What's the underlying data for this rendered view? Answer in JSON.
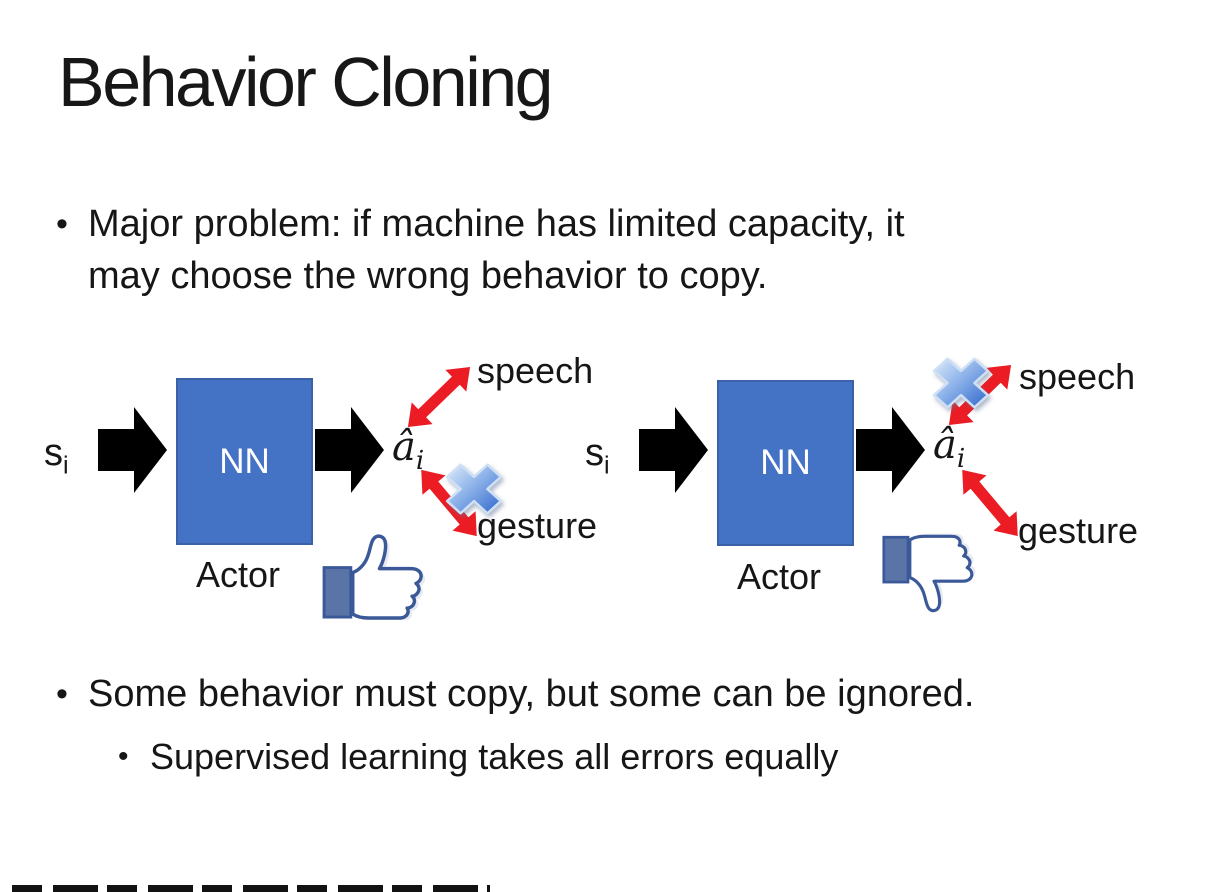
{
  "slide": {
    "title": "Behavior Cloning",
    "bullets": {
      "major_problem_line1": "Major problem: if machine has limited capacity, it",
      "major_problem_line2": "may choose the wrong behavior to copy.",
      "some_behavior": "Some behavior must copy, but some can be ignored.",
      "supervised": "Supervised learning takes all errors equally"
    },
    "bullet_glyph": "•"
  },
  "diagram_left": {
    "input_symbol": "s",
    "input_subscript": "i",
    "network_label": "NN",
    "actor_label": "Actor",
    "output_symbol": "â",
    "output_subscript": "i",
    "action_speech": "speech",
    "action_gesture": "gesture",
    "crossed_out_action": "gesture",
    "feedback": "thumbs-up"
  },
  "diagram_right": {
    "input_symbol": "s",
    "input_subscript": "i",
    "network_label": "NN",
    "actor_label": "Actor",
    "output_symbol": "â",
    "output_subscript": "i",
    "action_speech": "speech",
    "action_gesture": "gesture",
    "crossed_out_action": "speech",
    "feedback": "thumbs-down"
  },
  "icons": {
    "block_arrow": "right-arrow-icon",
    "double_arrow": "red-double-arrow-icon",
    "cross": "blue-cross-wrong-icon",
    "thumbs_up": "thumbs-up-icon",
    "thumbs_down": "thumbs-down-icon"
  },
  "colors": {
    "background": "#ffffff",
    "text": "#161616",
    "nn_box_fill": "#4472c4",
    "nn_box_border": "#3b62a6",
    "black_arrow": "#000000",
    "red_arrow": "#ec1c24",
    "cross_blue_dark": "#2f66cc",
    "cross_blue_light": "#dcebfa",
    "thumb_outline": "#3b5998",
    "thumb_cuff": "#5b74a8"
  }
}
